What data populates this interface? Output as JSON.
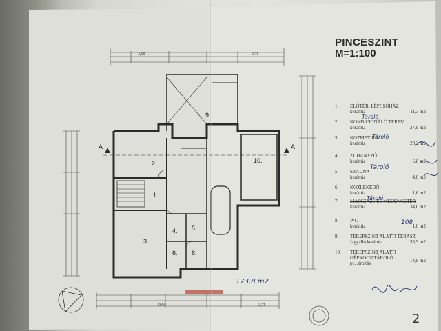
{
  "sheet": {
    "title": "PINCESZINT",
    "scale": "M=1:100",
    "rooms": [
      {
        "num": "1.",
        "name": "ELŐTÉR, LÉPCSŐHÁZ",
        "material": "kerámia",
        "area": "11,3 m2"
      },
      {
        "num": "2.",
        "name": "KONDICIONÁLÓ TEREM",
        "material": "kerámia",
        "area": "27,9 m2"
      },
      {
        "num": "3.",
        "name": "KOZMETIKA",
        "material": "kerámia",
        "area": "20,2 m2"
      },
      {
        "num": "4.",
        "name": "ZUHANYZÓ",
        "material": "kerámia",
        "area": "6,8 m2"
      },
      {
        "num": "5.",
        "name": "SZAUNA",
        "material": "kerámia",
        "area": "4,0 m2"
      },
      {
        "num": "6.",
        "name": "KÖZLEKEDŐ",
        "material": "kerámia",
        "area": "1,6 m2"
      },
      {
        "num": "7.",
        "name": "MASSZÁZS ÉS MEDENCETÉR",
        "material": "kerámia",
        "area": "34,0 m2"
      },
      {
        "num": "8.",
        "name": "WC",
        "material": "kerámia",
        "area": "1,0 m2"
      },
      {
        "num": "9.",
        "name": "TEREPSZINT ALATTI TERASZ",
        "material": "fagyálló kerámia",
        "area": "35,9 m2"
      },
      {
        "num": "10.",
        "name": "TEREPSZINT ALATTI GÉPKOCSITÁROLÓ",
        "material": "pc. simítás",
        "area": "14,8 m2"
      }
    ],
    "handwriting": {
      "r1": "Tároló",
      "r3": "Tároló",
      "r5": "Tároló",
      "r7": "Tároló",
      "total": "173,8 m2",
      "sum": "108"
    },
    "plan_labels": {
      "r1": "1.",
      "r2": "2.",
      "r3": "3.",
      "r4": "4.",
      "r5": "5.",
      "r6": "6.",
      "r8": "8.",
      "r9": "9.",
      "r10": "10.",
      "sectionA": "A"
    },
    "dims_top": [
      "4,90",
      "3,75"
    ],
    "dims_bottom": [
      "9,90",
      "3,75"
    ],
    "page_number": "2"
  }
}
